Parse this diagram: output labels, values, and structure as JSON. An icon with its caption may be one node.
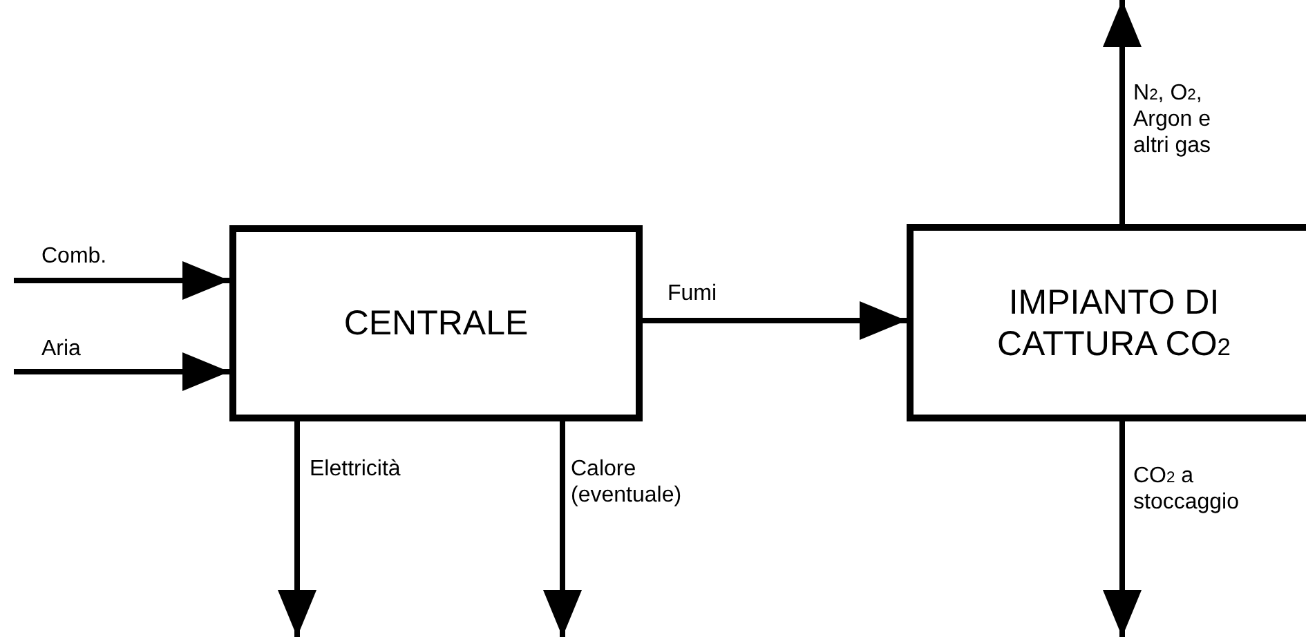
{
  "diagram": {
    "nodes": [
      {
        "text": [
          "CENTRALE"
        ]
      },
      {
        "text": [
          "IMPIANTO DI CATTURA CO$_{2}$"
        ]
      }
    ],
    "edges": [
      {
        "from": null,
        "to": 0,
        "arrow": "to",
        "label": "Comb."
      },
      {
        "from": null,
        "to": 0,
        "arrow": "to",
        "label": "Aria"
      },
      {
        "from": 0,
        "to": 1,
        "arrow": "to",
        "label": "Fumi"
      },
      {
        "from": 0,
        "to": null,
        "arrow": "to",
        "label": "Elettricità"
      },
      {
        "from": 0,
        "to": null,
        "arrow": "to",
        "label": "Calore (eventuale)"
      },
      {
        "from": 1,
        "to": null,
        "arrow": "to",
        "label": "N$_{2}$, O$_{2}$, Argon e altri gas"
      },
      {
        "from": 1,
        "to": null,
        "arrow": "to",
        "label": "CO$_{2}$ a stoccaggio"
      }
    ]
  }
}
